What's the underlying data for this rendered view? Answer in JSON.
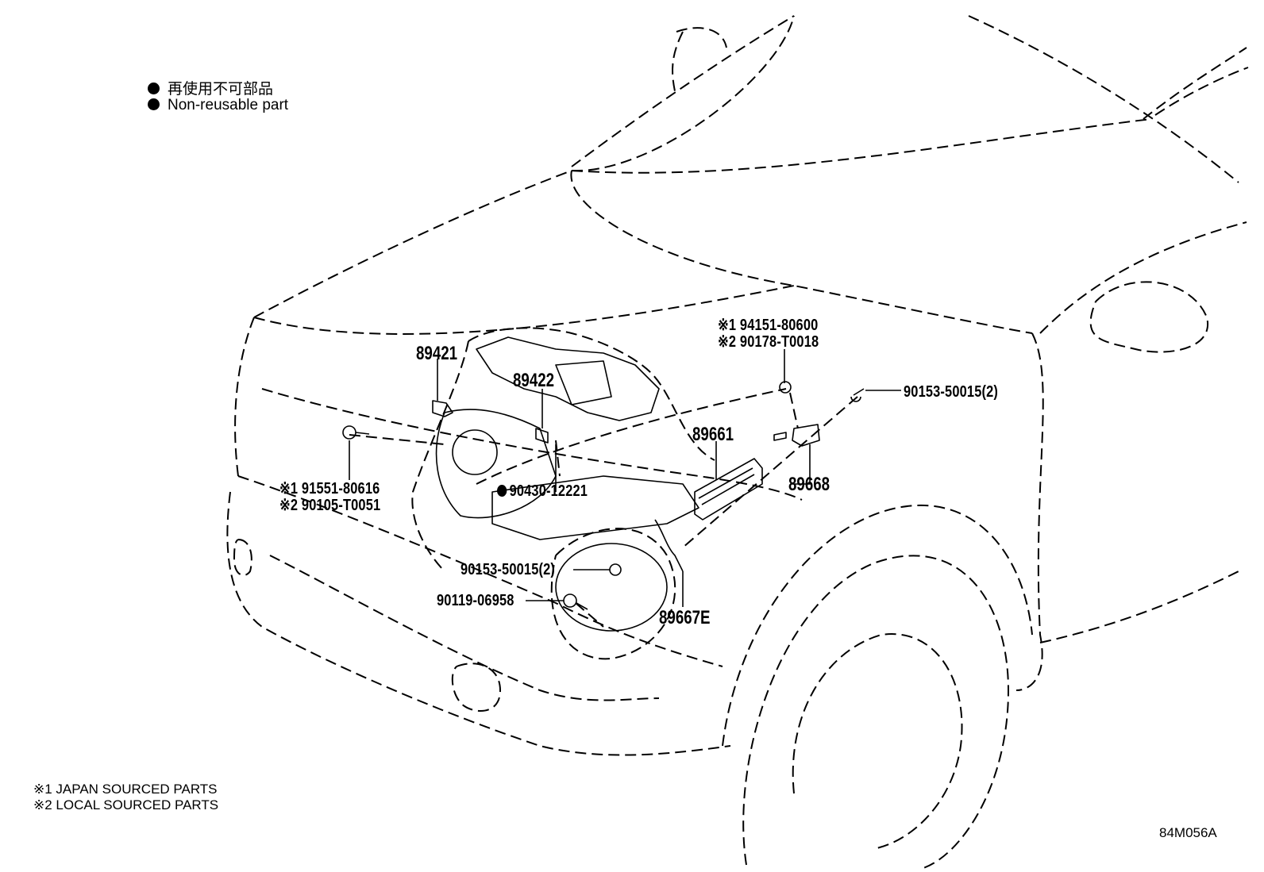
{
  "legend": {
    "non_reusable_jp": "再使用不可部品",
    "non_reusable_en": "Non-reusable part"
  },
  "callouts": {
    "p89421": "89421",
    "p89422": "89422",
    "p89661": "89661",
    "p89668": "89668",
    "p89667e": "89667E",
    "p94151": "※1 94151-80600",
    "p90178": "※2 90178-T0018",
    "p90153_right": "90153-50015(2)",
    "p91551": "※1 91551-80616",
    "p90105": "※2 90105-T0051",
    "p90430": "90430-12221",
    "p90153_left": "90153-50015(2)",
    "p90119": "90119-06958"
  },
  "footnotes": {
    "note1": "※1 JAPAN SOURCED PARTS",
    "note2": "※2 LOCAL SOURCED PARTS"
  },
  "illustration_code": "84M056A"
}
